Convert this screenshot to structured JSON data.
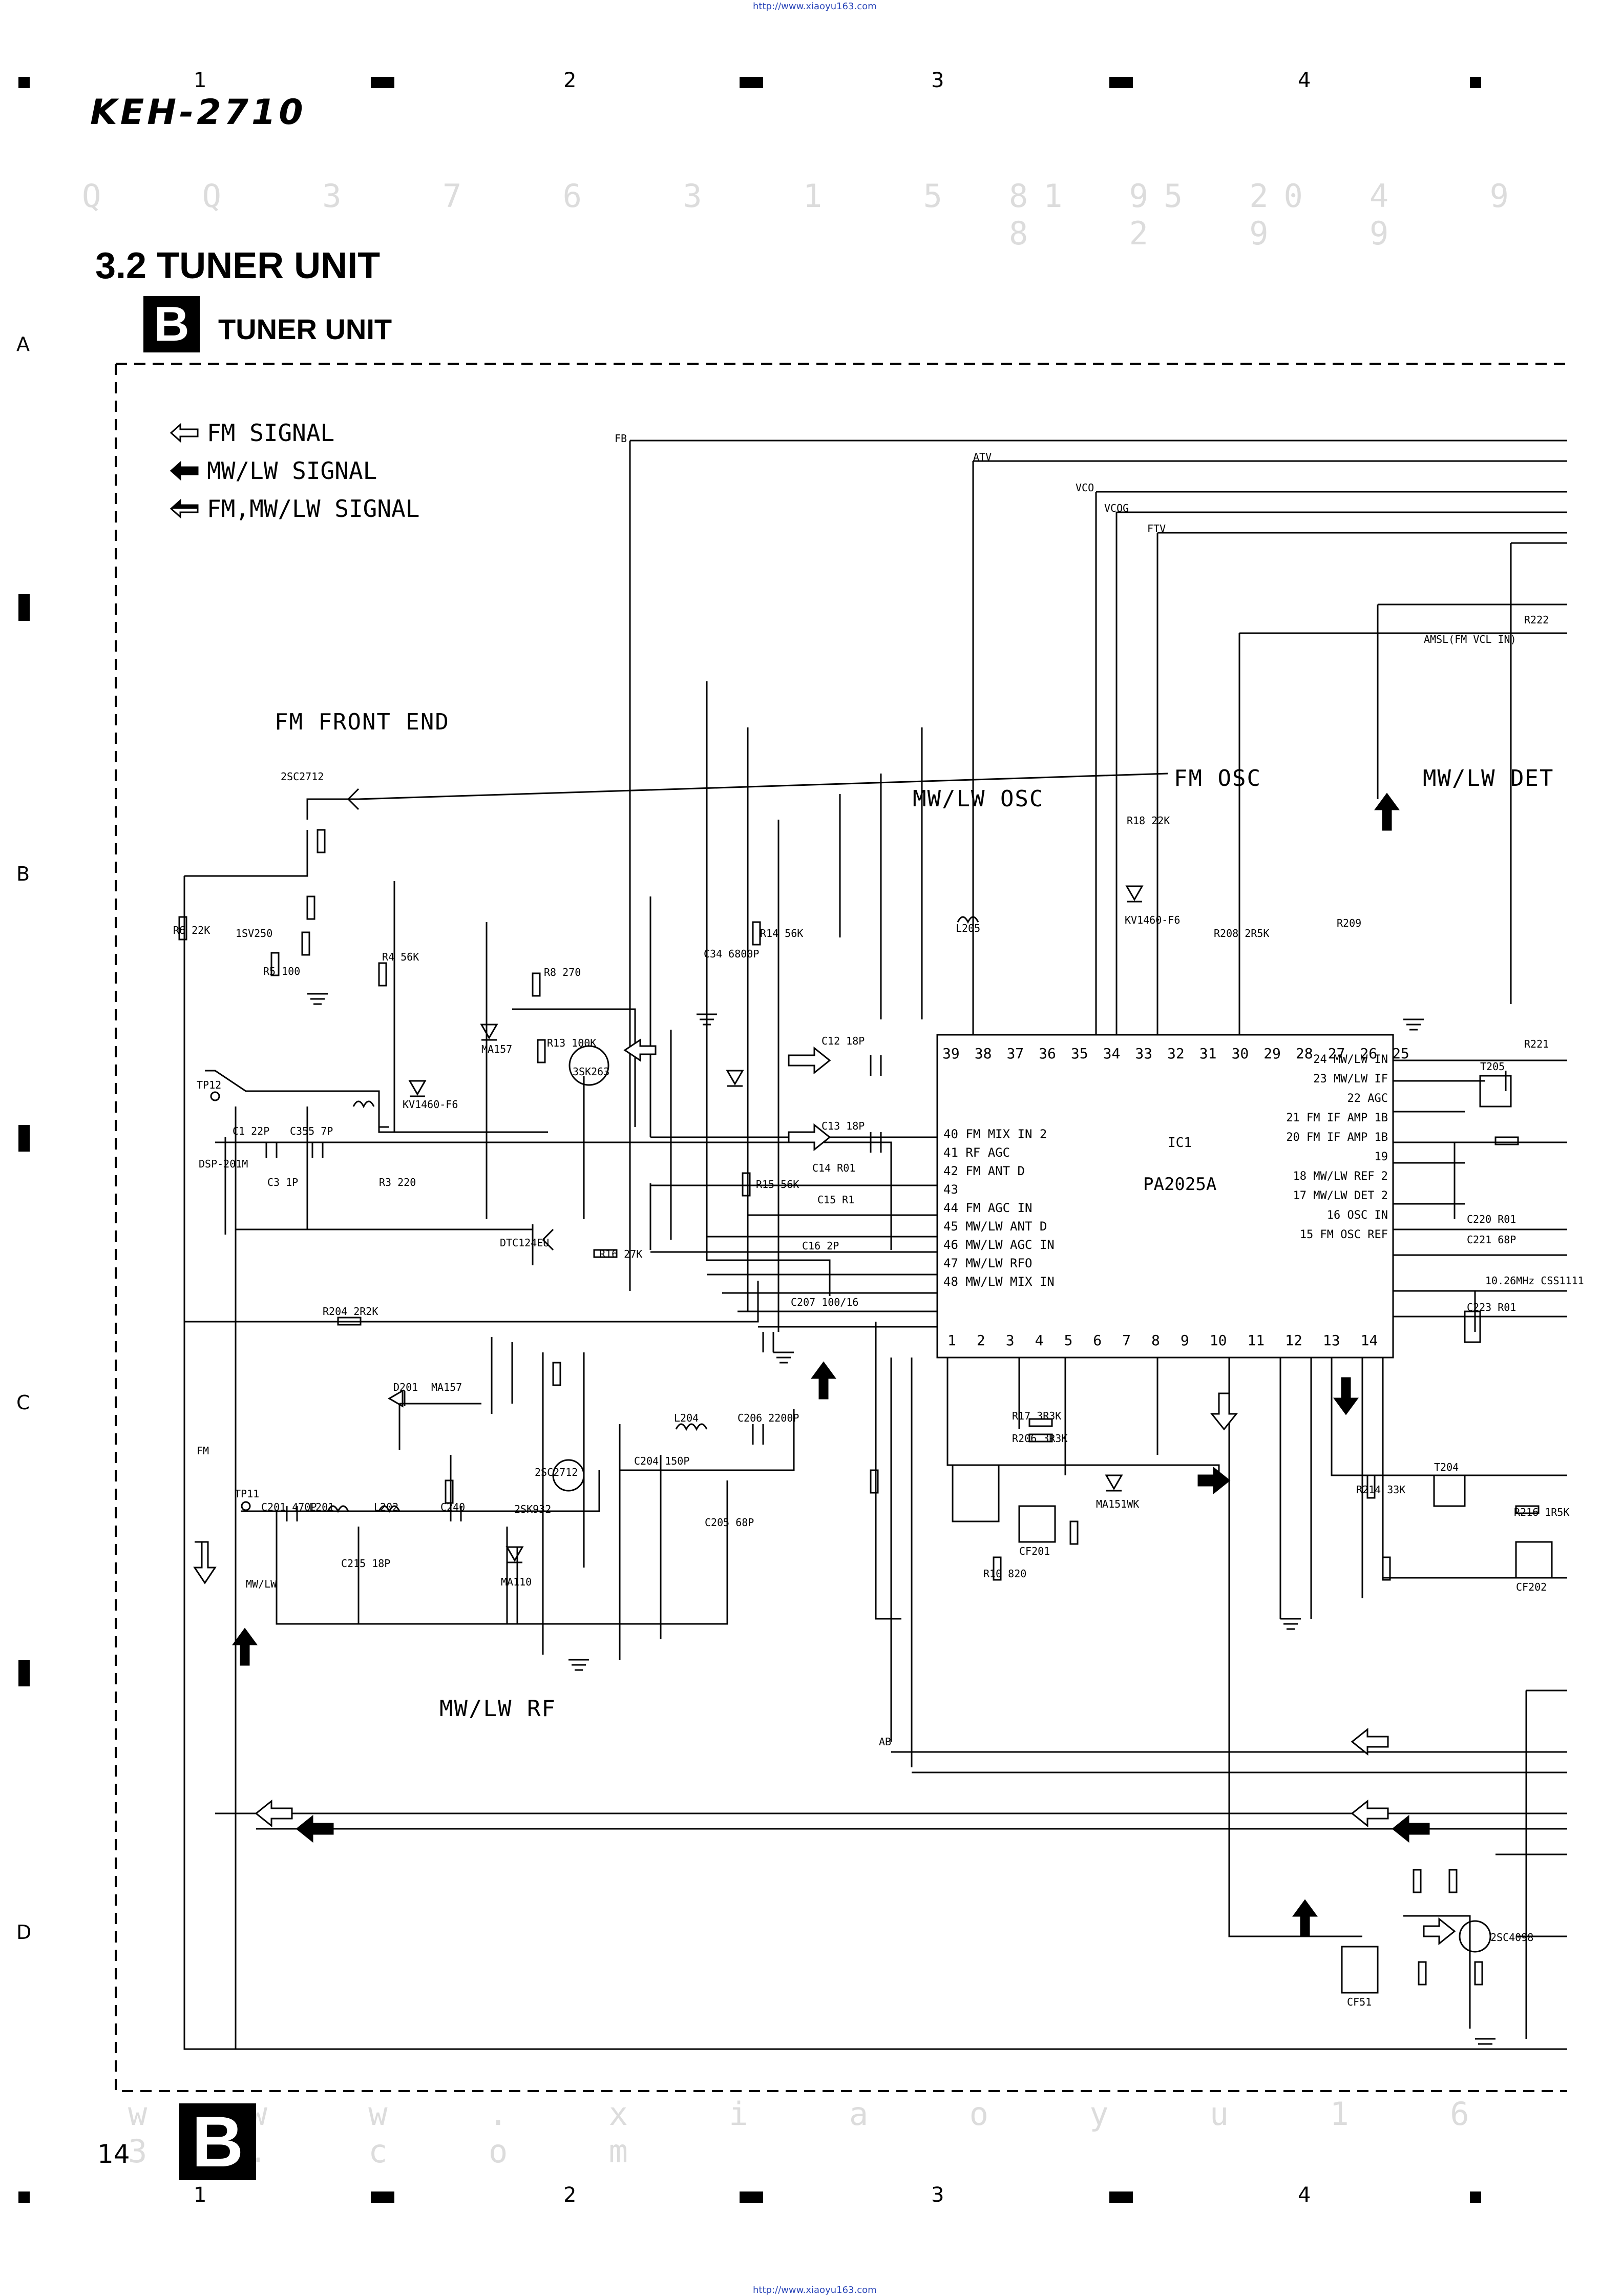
{
  "url_top": "http://www.xiaoyu163.com",
  "url_bottom": "http://www.xiaoyu163.com",
  "model": "KEH-2710",
  "section_title": "3.2 TUNER UNIT",
  "unit_badge": "B",
  "unit_title": "TUNER UNIT",
  "watermark_top": "Q Q 3 7 6 3 1 5 1 5 0",
  "watermark_top_right": "8 9 2 4 9 8 2 9 9",
  "watermark_bottom": "w w w . x i a o y u 1 6 3 . c o m",
  "page_number": "14",
  "ruler": {
    "cols": [
      "1",
      "2",
      "3",
      "4"
    ],
    "rows": [
      "A",
      "B",
      "C",
      "D"
    ]
  },
  "legend": {
    "fm": "FM SIGNAL",
    "mwlw": "MW/LW SIGNAL",
    "both": "FM,MW/LW SIGNAL"
  },
  "blocks": {
    "fm_front_end": "FM FRONT END",
    "mwlw_osc": "MW/LW OSC",
    "fm_osc": "FM OSC",
    "mwlw_det": "MW/LW DET",
    "mwlw_rf": "MW/LW RF"
  },
  "ic": {
    "ref": "IC1",
    "part": "PA2025A"
  },
  "ic_pins": {
    "left": [
      "40 FM MIX IN 2",
      "41 RF AGC",
      "42 FM ANT D",
      "43",
      "44 FM AGC IN",
      "45 MW/LW ANT D",
      "46 MW/LW AGC IN",
      "47 MW/LW RFO",
      "48 MW/LW MIX IN"
    ],
    "right": [
      "24 MW/LW IN",
      "23 MW/LW IF",
      "22 AGC",
      "21 FM IF AMP 1B",
      "20 FM IF AMP 1B",
      "19",
      "18 MW/LW REF 2",
      "17 MW/LW DET 2",
      "16 OSC IN",
      "15 FM OSC REF"
    ],
    "top": [
      "39",
      "38",
      "37",
      "36",
      "35",
      "34",
      "33",
      "32",
      "31",
      "30",
      "29",
      "28",
      "27",
      "26",
      "25"
    ],
    "bottom": [
      "1",
      "2",
      "3",
      "4",
      "5",
      "6",
      "7",
      "8",
      "9",
      "10",
      "11",
      "12",
      "13",
      "14"
    ]
  },
  "components": {
    "q2": "2SC2712",
    "q1": "3SK263",
    "q5": "DTC124EU",
    "q202": "2SC2712",
    "q201": "2SK932",
    "q52": "2SC4098",
    "d1": "1SV250",
    "d8": "MA157",
    "d201": "D201",
    "d201b": "MA157",
    "d202": "MA110",
    "d5": "MA151WK",
    "d3": "KV1460-F6",
    "d4": "KV1460-F6",
    "ar1": "DSP-201M",
    "x201": "10.26MHz CSS1111",
    "t204": "T204",
    "t205": "T205",
    "cf51": "CF51",
    "cf201": "CF201",
    "cf202": "CF202",
    "tp12": "TP12",
    "tp11": "TP11",
    "c1": "C1 22P",
    "c3": "C3 1P",
    "c355": "C355 7P",
    "c12": "C12 18P",
    "c13": "C13 18P",
    "c14": "C14 R01",
    "c15": "C15 R1",
    "c16": "C16 2P",
    "c207": "C207 100/16",
    "c206": "C206 2200P",
    "c34": "C34 6800P",
    "c201": "C201 470P",
    "l201": "L201",
    "l202": "L202",
    "l204": "L204",
    "l205": "L205",
    "c204": "C204 150P",
    "c205": "C205 68P",
    "c215": "C215 18P",
    "c240": "C240",
    "r204": "R204 2R2K",
    "r16": "R16 27K",
    "r17": "R17 3R3K",
    "r206": "R206 3R3K",
    "r13": "R13 100K",
    "r14": "R14 56K",
    "r15": "R15 56K",
    "r8": "R8 270",
    "r4": "R4 56K",
    "r6": "R6 22K",
    "r5": "R5 100",
    "r3": "R3 220",
    "r10": "R10 820",
    "r18": "R18 22K",
    "r208": "R208 2R5K",
    "r209": "R209",
    "r221": "R221",
    "r222": "R222",
    "r216": "R216 1R5K",
    "r214": "R214 33K",
    "r220": "C220 R01",
    "c221": "C221 68P",
    "c223": "C223 R01",
    "fm_label": "FM",
    "mwlw_label": "MW/LW",
    "fb_label": "FB",
    "atv_label": "ATV",
    "vco_label": "VCO",
    "vcog_label": "VCOG",
    "ftv_label": "FTV",
    "amsl_label": "AMSL(FM VCL IN)",
    "ab_label": "AB"
  },
  "colors": {
    "ink": "#000000",
    "url": "#2a46b8",
    "watermark": "#dcdcdc"
  }
}
